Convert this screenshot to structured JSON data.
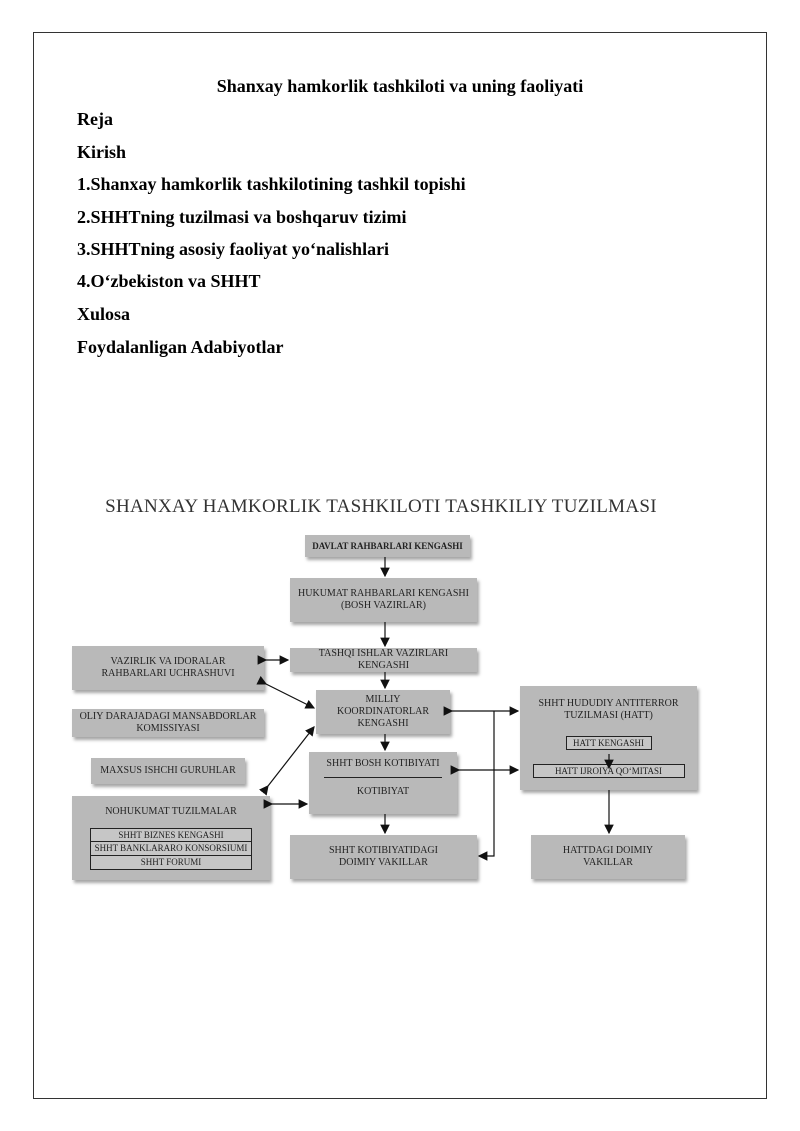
{
  "document": {
    "title": "Shanxay hamkorlik tashkiloti va uning faoliyati",
    "toc": [
      "Reja",
      "Kirish",
      "1.Shanxay hamkorlik tashkilotining tashkil topishi",
      "2.SHHTning tuzilmasi va boshqaruv tizimi",
      "3.SHHTning asosiy faoliyat yo‘nalishlari",
      "4.O‘zbekiston va SHHT",
      "Xulosa",
      "Foydalanligan Adabiyotlar"
    ]
  },
  "org_chart": {
    "title": "SHANXAY HAMKORLIK TASHKILOTI TASHKILIY TUZILMASI",
    "davlat": "DAVLAT RAHBARLARI KENGASHI",
    "hukumat_1": "HUKUMAT RAHBARLARI KENGASHI",
    "hukumat_2": "(BOSH VAZIRLAR)",
    "tashqi": "TASHQI ISHLAR VAZIRLARI KENGASHI",
    "vazirlik_1": "VAZIRLIK VA IDORALAR",
    "vazirlik_2": "RAHBARLARI UCHRASHUVI",
    "oliy_1": "OLIY DARAJADAGI MANSABDORLAR",
    "oliy_2": "KOMISSIYASI",
    "maxsus": "MAXSUS ISHCHI GURUHLAR",
    "nohukumat": "NOHUKUMAT TUZILMALAR",
    "nohukumat_items": [
      "SHHT BIZNES KENGASHI",
      "SHHT BANKLARARO KONSORSIUMI",
      "SHHT FORUMI"
    ],
    "milliy_1": "MILLIY KOORDINATORLAR",
    "milliy_2": "KENGASHI",
    "bosh_kotib": "SHHT BOSH KOTIBIYATI",
    "kotibiyat": "KOTIBIYAT",
    "doimiy_1": "SHHT KOTIBIYATIDAGI",
    "doimiy_2": "DOIMIY VAKILLAR",
    "hatt_1": "SHHT HUDUDIY ANTITERROR",
    "hatt_2": "TUZILMASI (HATT)",
    "hatt_kengashi": "HATT KENGASHI",
    "hatt_ijroiya": "HATT IJROIYA QO‘MITASI",
    "hatt_doimiy_1": "HATTDAGI DOIMIY",
    "hatt_doimiy_2": "VAKILLAR"
  }
}
